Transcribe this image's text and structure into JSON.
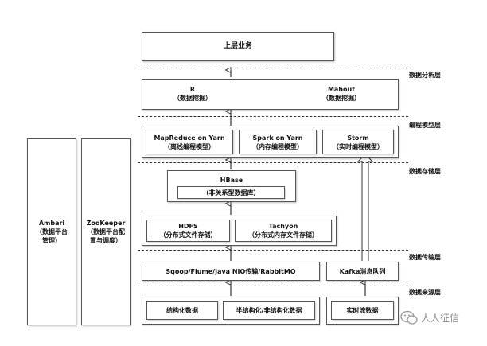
{
  "top": {
    "label": "上层业务"
  },
  "layers": {
    "analysis": "数据分析层",
    "programming": "编程模型层",
    "storage": "数据存储层",
    "transport": "数据传输层",
    "source": "数据来源层"
  },
  "analysis": {
    "r": {
      "name": "R",
      "desc": "（数据挖掘）"
    },
    "mahout": {
      "name": "Mahout",
      "desc": "（数据挖掘）"
    }
  },
  "programming": {
    "mapreduce": {
      "name": "MapReduce on Yarn",
      "desc": "（离线编程模型）"
    },
    "spark": {
      "name": "Spark on Yarn",
      "desc": "（内存编程模型）"
    },
    "storm": {
      "name": "Storm",
      "desc": "（实时编程模型）"
    }
  },
  "storage": {
    "hbase": {
      "name": "HBase",
      "desc": "（非关系型数据库）"
    },
    "hdfs": {
      "name": "HDFS",
      "desc": "（分布式文件存储）"
    },
    "tachyon": {
      "name": "Tachyon",
      "desc": "（分布式内存文件存储）"
    }
  },
  "transport": {
    "sqoop": "Sqoop/Flume/Java NIO传输/RabbitMQ",
    "kafka": "Kafka消息队列"
  },
  "source": {
    "structured": "结构化数据",
    "semi": "半结构化/非结构化数据",
    "realtime": "实时流数据"
  },
  "side": {
    "ambari": {
      "name": "Ambari",
      "desc1": "（数据平台",
      "desc2": "管理）"
    },
    "zookeeper": {
      "name": "ZooKeeper",
      "desc1": "（数据平台配",
      "desc2": "置与调度）"
    }
  },
  "watermark": {
    "text": "人人征信"
  }
}
